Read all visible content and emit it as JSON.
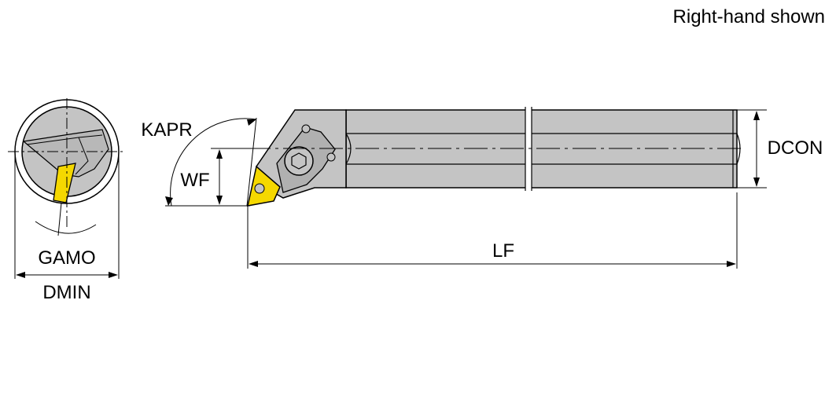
{
  "caption": "Right-hand shown",
  "labels": {
    "kapr": "KAPR",
    "wf": "WF",
    "dcon": "DCON",
    "lf": "LF",
    "gamo": "GAMO",
    "dmin": "DMIN"
  },
  "colors": {
    "body": "#c4c4c4",
    "insert": "#f5d800",
    "outline": "#000000"
  }
}
